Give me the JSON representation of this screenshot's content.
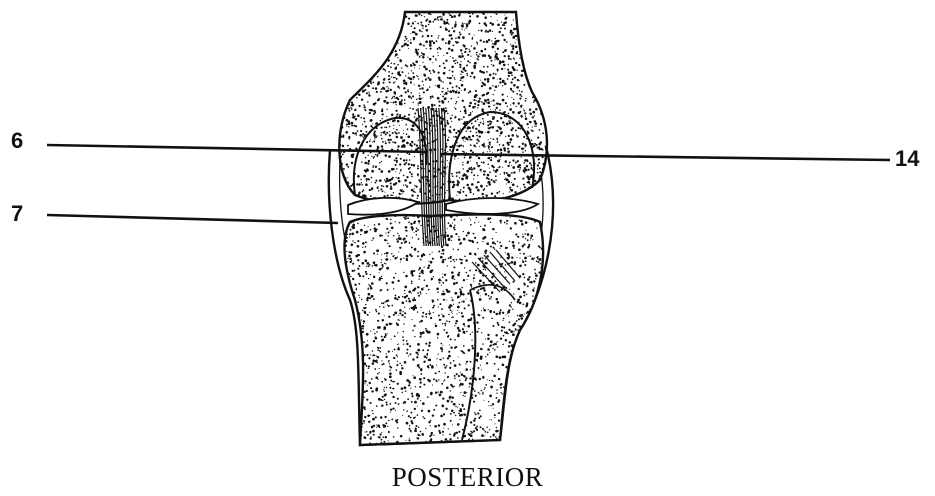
{
  "figure": {
    "caption": "POSTERIOR",
    "ink_color": "#111111",
    "background_color": "#ffffff",
    "callouts": [
      {
        "id": "6",
        "label": "6"
      },
      {
        "id": "7",
        "label": "7"
      },
      {
        "id": "14",
        "label": "14"
      }
    ]
  }
}
